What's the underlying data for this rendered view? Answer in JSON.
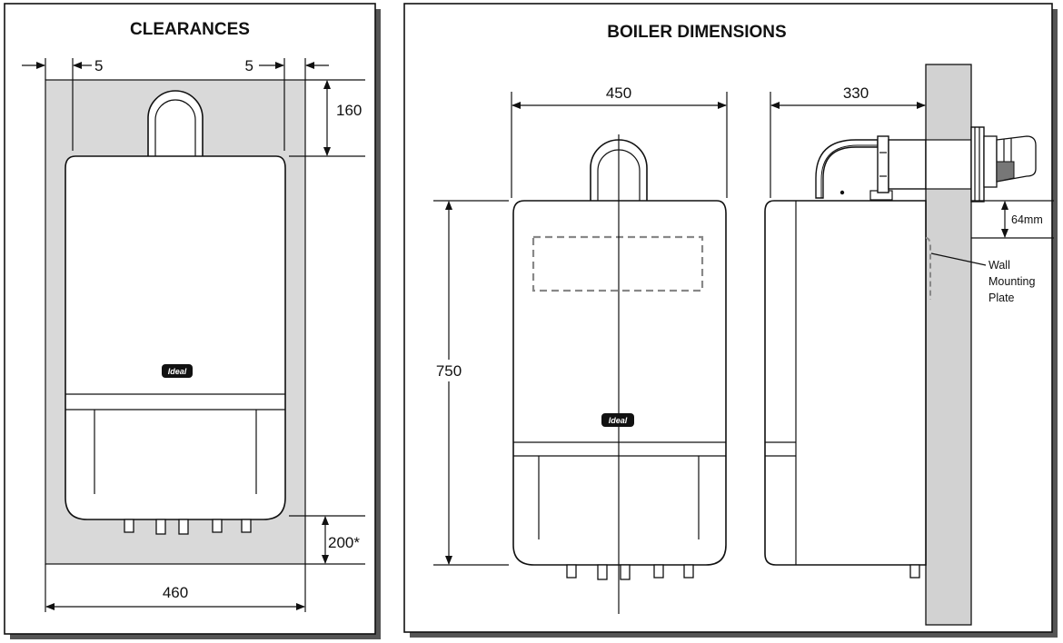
{
  "clearances": {
    "title": "CLEARANCES",
    "side_left": "5",
    "side_right": "5",
    "top": "160",
    "bottom": "200*",
    "width": "460"
  },
  "dimensions": {
    "title": "BOILER DIMENSIONS",
    "width": "450",
    "depth": "330",
    "height": "750",
    "flue_offset": "64mm",
    "wall_plate_label": [
      "Wall",
      "Mounting",
      "Plate"
    ]
  },
  "logo": {
    "text": "Ideal"
  },
  "colors": {
    "clearance_zone": "#d9d9d9",
    "wall": "#d2d2d2",
    "shadow": "#555555"
  }
}
